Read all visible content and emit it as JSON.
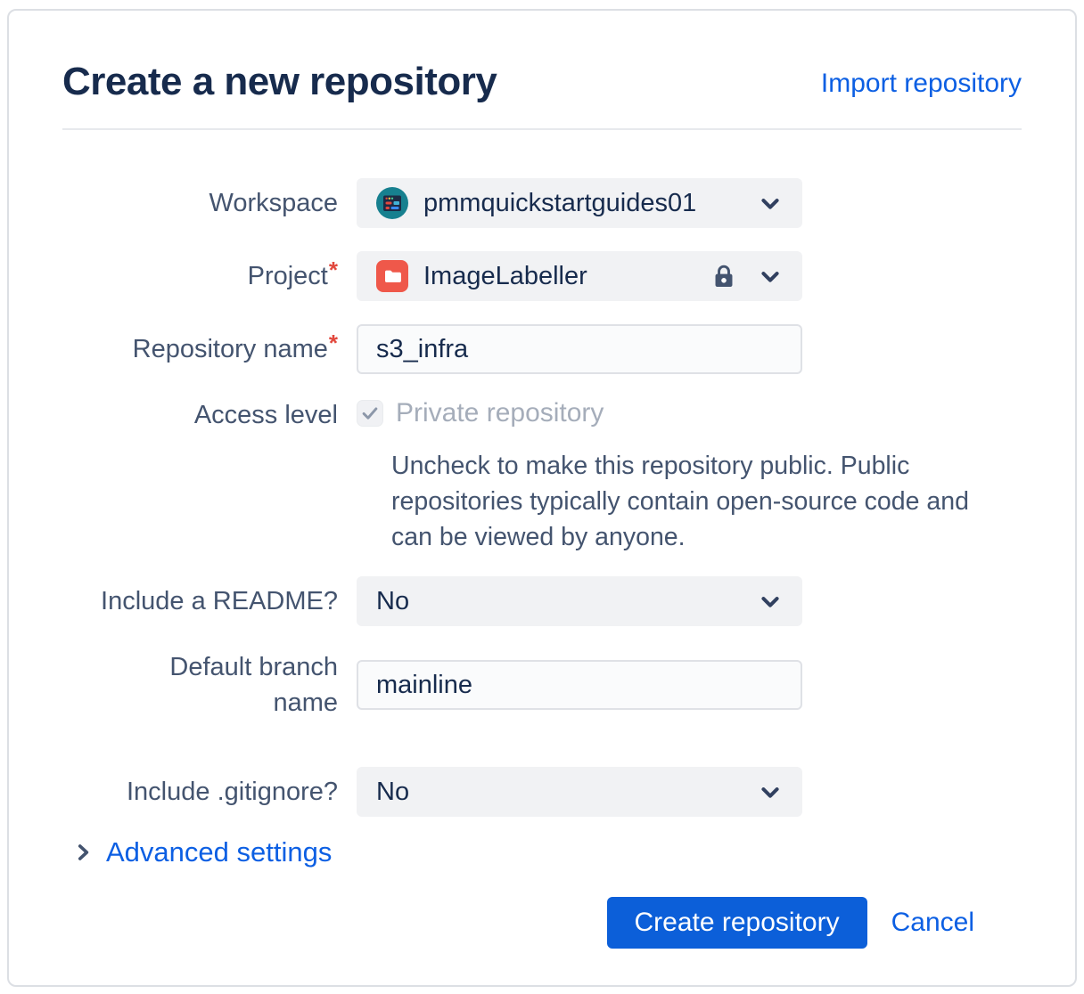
{
  "dialog": {
    "title": "Create a new repository",
    "import_link": "Import repository"
  },
  "form": {
    "workspace": {
      "label": "Workspace",
      "value": "pmmquickstartguides01",
      "icon": "workspace-avatar"
    },
    "project": {
      "label": "Project",
      "required_marker": "*",
      "value": "ImageLabeller",
      "icon": "folder-icon",
      "locked": true
    },
    "repository_name": {
      "label": "Repository name",
      "required_marker": "*",
      "value": "s3_infra"
    },
    "access_level": {
      "label": "Access level",
      "checkbox_label": "Private repository",
      "checked": true,
      "disabled": true,
      "help_text": "Uncheck to make this repository public. Public repositories typically contain open-source code and can be viewed by anyone."
    },
    "include_readme": {
      "label": "Include a README?",
      "value": "No"
    },
    "default_branch": {
      "label": "Default branch name",
      "value": "mainline"
    },
    "include_gitignore": {
      "label": "Include .gitignore?",
      "value": "No"
    }
  },
  "advanced": {
    "label": "Advanced settings"
  },
  "footer": {
    "create_label": "Create repository",
    "cancel_label": "Cancel"
  },
  "icons": [
    "workspace-avatar",
    "folder-icon",
    "lock-icon",
    "chevron-down-icon",
    "chevron-right-icon",
    "checkmark-icon"
  ],
  "colors": {
    "title": "#172B4D",
    "label": "#44546F",
    "link": "#0C5FE3",
    "primary_button": "#0C5FD9",
    "required": "#E2483D",
    "project_icon": "#EF584A",
    "workspace_avatar": "#17808F",
    "disabled_text": "#A5ADBA",
    "select_bg": "#F1F2F4",
    "input_bg": "#FAFBFC",
    "input_border": "#DFE1E6",
    "card_border": "#DCDFE4"
  }
}
